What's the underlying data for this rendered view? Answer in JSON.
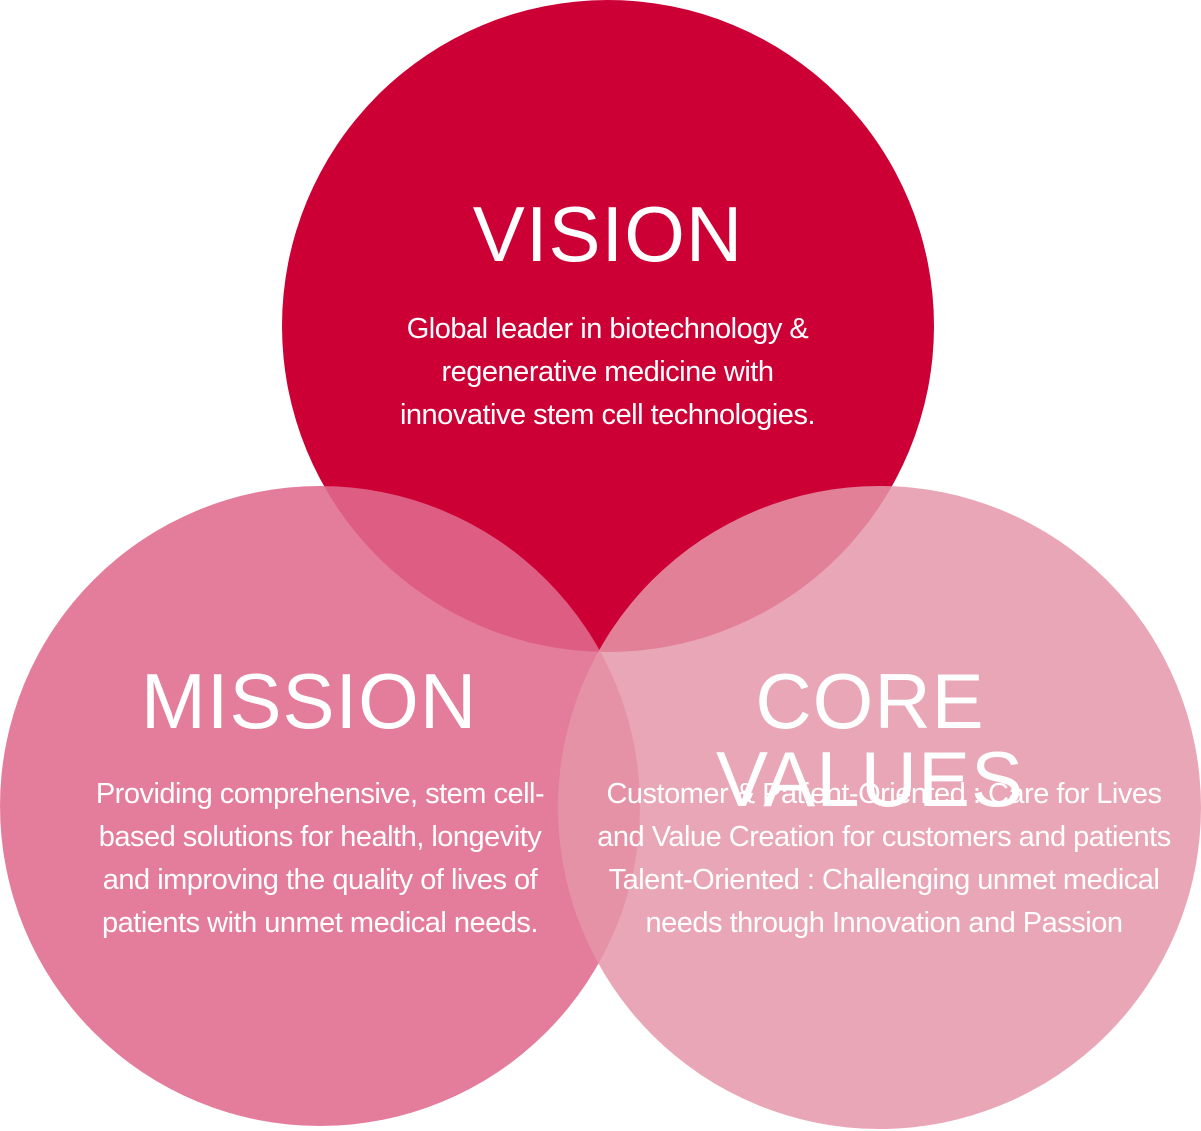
{
  "colors": {
    "vision": "#cc0035",
    "mission": "#e06a8d",
    "core_values": "#e597a9"
  },
  "vision": {
    "title": "VISION",
    "lines": [
      "Global leader in biotechnology &",
      "regenerative medicine with",
      "innovative stem cell technologies."
    ]
  },
  "mission": {
    "title": "MISSION",
    "lines": [
      "Providing comprehensive, stem cell-",
      "based solutions for health, longevity",
      "and improving the quality of lives of",
      "patients with unmet medical needs."
    ]
  },
  "core_values": {
    "title": "CORE VALUES",
    "lines": [
      "Customer & Patient-Oriented : Care for Lives",
      "and Value Creation for customers and patients",
      "Talent-Oriented : Challenging unmet medical",
      "needs through Innovation and Passion"
    ]
  }
}
